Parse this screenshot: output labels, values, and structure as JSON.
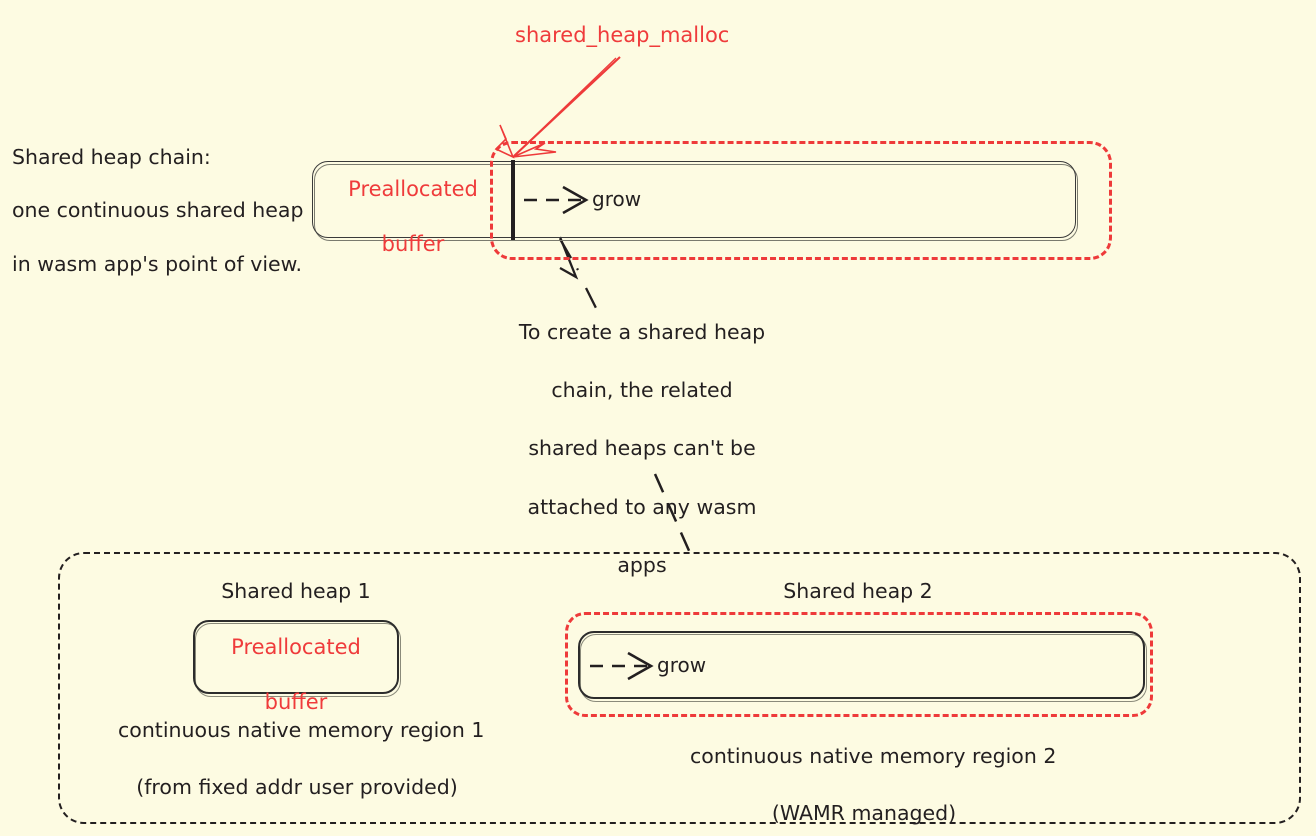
{
  "diagram": {
    "title": "Shared heap chain",
    "background_color": "#FDFBE2",
    "accent_red": "#ee3a3a",
    "ink_color": "#231f20"
  },
  "top_section": {
    "description_line1": "Shared heap chain:",
    "description_line2": "one continuous shared heap",
    "description_line3": "in wasm app's point of view.",
    "callout_label": "shared_heap_malloc",
    "preallocated_buffer_line1": "Preallocated",
    "preallocated_buffer_line2": "buffer",
    "grow_label": "grow"
  },
  "note": {
    "line1": "To create a shared heap",
    "line2": "chain, the related",
    "line3": "shared heaps can't be",
    "line4": "attached to any wasm",
    "line5": "apps"
  },
  "bottom_section": {
    "heap1": {
      "title": "Shared heap 1",
      "buffer_line1": "Preallocated",
      "buffer_line2": "buffer",
      "region_line1": "continuous native memory region 1",
      "region_line2": "(from fixed addr user provided)"
    },
    "heap2": {
      "title": "Shared heap 2",
      "grow_label": "grow",
      "region_line1": "continuous native memory region 2",
      "region_line2": "(WAMR managed)"
    }
  }
}
